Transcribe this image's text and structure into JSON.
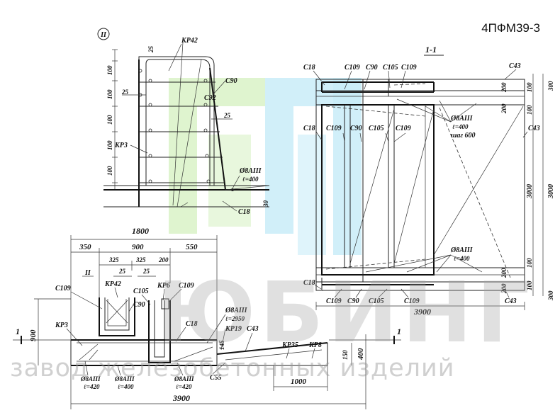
{
  "doc_code": "4ПФМ39-3",
  "watermark": {
    "word": "ЮБИНГ",
    "subtitle": "завод железобетонных изделий"
  },
  "detail_II": {
    "marker": "II",
    "dims_vertical": [
      "25",
      "100",
      "100",
      "100",
      "100",
      "100",
      "30"
    ],
    "dim_25_a": "25",
    "dim_25_b": "25",
    "labels": {
      "kp42": "КР42",
      "c90": "С90",
      "c92": "С92",
      "kp3": "КР3",
      "rebar": "Ø8АIII",
      "rebar_len": "ℓ=400",
      "c18": "С18"
    }
  },
  "section_1_1": {
    "title": "1-1",
    "labels_top": {
      "c18": "С18",
      "c109a": "С109",
      "c90": "С90",
      "c105": "С105",
      "c109b": "С109",
      "c43": "С43"
    },
    "labels_mid": {
      "c18": "С18",
      "c109a": "С109",
      "c90": "С90",
      "c105": "С105",
      "c109b": "С109",
      "c43": "С43"
    },
    "rebar_a": {
      "dia": "Ø8АIII",
      "len": "ℓ=400",
      "step": "шаг 600"
    },
    "rebar_b": {
      "dia": "Ø8АIII",
      "len": "ℓ=400"
    },
    "labels_bottom": {
      "c18": "С18",
      "c109a": "С109",
      "c90": "С90",
      "c105": "С105",
      "c109b": "С109",
      "c43": "С43"
    },
    "dim_width": "3900",
    "dims_right": [
      "100",
      "200",
      "200",
      "100",
      "3000",
      "100",
      "200",
      "200",
      "100"
    ],
    "dims_right_outer": [
      "300",
      "3000",
      "300"
    ]
  },
  "plan": {
    "dim_total": "1800",
    "dims_top": [
      "350",
      "900",
      "550"
    ],
    "dims_mid": [
      "325",
      "325",
      "200"
    ],
    "dims_small": [
      "25",
      "25"
    ],
    "marker": "II",
    "labels": {
      "c109a": "С109",
      "kp42": "КР42",
      "c105": "С105",
      "kp6": "КР6",
      "c109b": "С109",
      "c90": "С90",
      "kp3": "КР3",
      "c18": "С18",
      "rebar_main": "Ø8АIII",
      "rebar_main_len": "ℓ=2950",
      "kp19": "КР19",
      "c43": "С43",
      "kp35": "КР35",
      "kp8": "КР8",
      "c55": "С55",
      "rebar1": "Ø8АIII",
      "rebar1_len": "ℓ=420",
      "rebar2": "Ø8АIII",
      "rebar2_len": "ℓ=400",
      "rebar3": "Ø8АIII",
      "rebar3_len": "ℓ=420"
    },
    "cut_left": "1",
    "cut_right": "1",
    "dim_900": "900",
    "dim_145": "145",
    "dim_150": "150",
    "dim_400": "400",
    "dim_1000": "1000",
    "dim_width": "3900"
  }
}
